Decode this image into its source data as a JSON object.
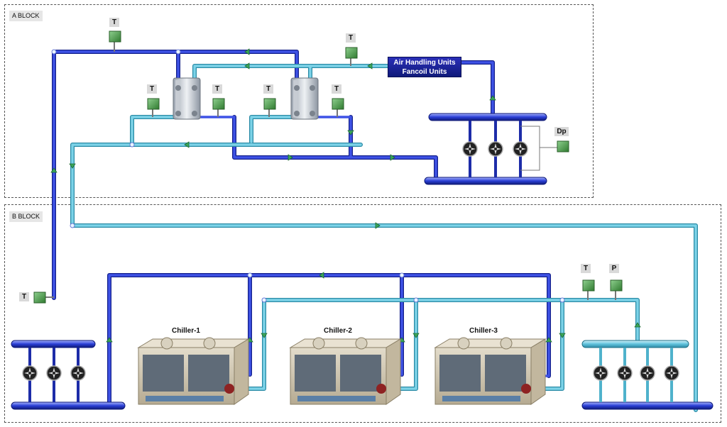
{
  "blocks": {
    "a": "A BLOCK",
    "b": "B BLOCK"
  },
  "ahu": {
    "line1": "Air Handling Units",
    "line2": "Fancoil Units"
  },
  "sensors": {
    "t": "T",
    "p": "P",
    "dp": "Dp"
  },
  "chillers": [
    "Chiller-1",
    "Chiller-2",
    "Chiller-3"
  ],
  "colors": {
    "supply_pipe": "#2b3fd6",
    "return_pipe": "#5fc2dc",
    "sensor": "#4a9a4a",
    "flow_marker": "#3aa55a"
  }
}
